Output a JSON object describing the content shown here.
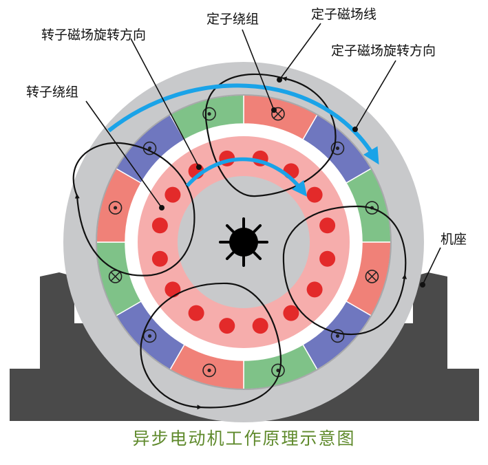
{
  "labels": {
    "stator_winding": "定子绕组",
    "stator_field_lines": "定子磁场线",
    "rotor_field_rotation": "转子磁场旋转方向",
    "stator_field_rotation": "定子磁场旋转方向",
    "rotor_winding": "转子绕组",
    "frame": "机座"
  },
  "caption": "异步电动机工作原理示意图",
  "colors": {
    "caption": "#5f8a2c",
    "frame": "#4a4a4a",
    "housing": "#c8c9cb",
    "stator_red": "#f08178",
    "stator_green": "#7fc288",
    "stator_blue": "#6f77bf",
    "rotor_ring": "#f6adac",
    "rotor_conductor": "#e32a2a",
    "shaft": "#000000",
    "arrow": "#1aa3e8"
  },
  "icons": {
    "dot_symbol": "dot-in-circle-icon",
    "cross_symbol": "cross-in-circle-icon"
  }
}
